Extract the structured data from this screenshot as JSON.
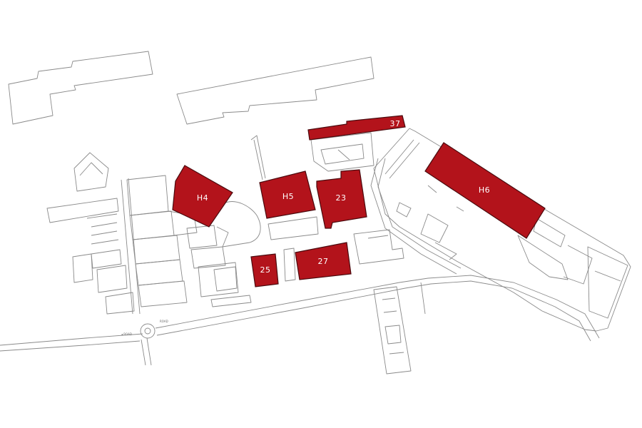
{
  "colors": {
    "highlight": "#b3131b",
    "line": "#8a8a8a",
    "background": "#ffffff"
  },
  "buildings": [
    {
      "id": "H4",
      "label": "H4"
    },
    {
      "id": "H5",
      "label": "H5"
    },
    {
      "id": "23",
      "label": "23"
    },
    {
      "id": "25",
      "label": "25"
    },
    {
      "id": "27",
      "label": "27"
    },
    {
      "id": "37",
      "label": "37"
    },
    {
      "id": "H6",
      "label": "H6"
    }
  ]
}
